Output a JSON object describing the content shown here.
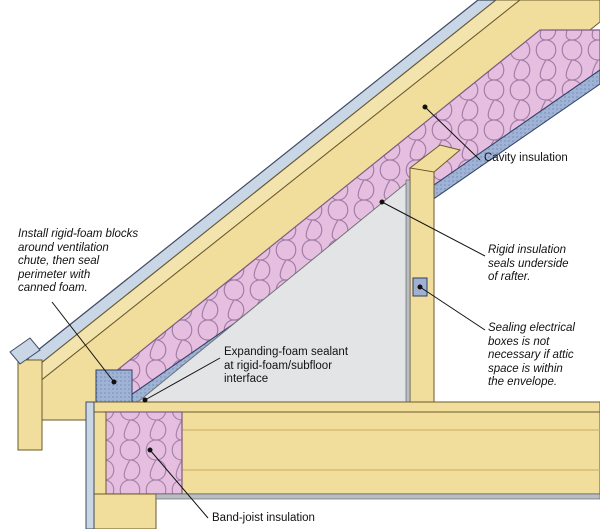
{
  "callouts": {
    "cavity": "Cavity insulation",
    "rigid": "Rigid insulation\nseals underside\nof rafter.",
    "electrical": "Sealing electrical\nboxes is not\nnecessary if attic\nspace is within\nthe envelope.",
    "blocks": "Install rigid-foam blocks\naround ventilation\nchute, then seal\nperimeter with\ncanned foam.",
    "foam_sealant": "Expanding-foam sealant\nat rigid-foam/subfloor\ninterface",
    "band_joist": "Band-joist insulation"
  },
  "colors": {
    "wood": "#f1dd9c",
    "insulation": "#e6bfe0",
    "rigid_foam": "#9fb3d6",
    "drywall": "#e2e4e6",
    "roofing": "#c9d6e6",
    "leader": "#111111"
  }
}
